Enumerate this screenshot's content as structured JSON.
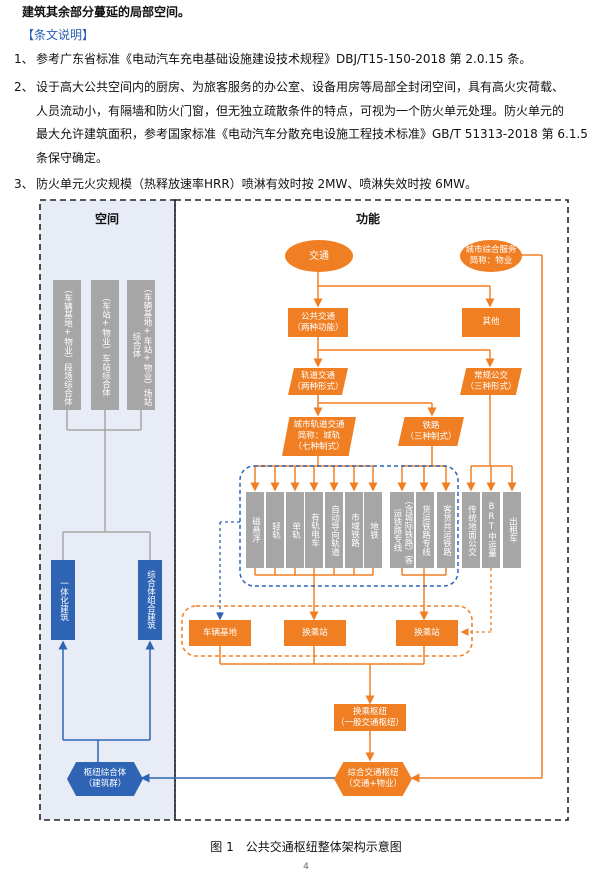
{
  "doc": {
    "first_line": "建筑其余部分蔓延的局部空间。",
    "explain_header": "【条文说明】",
    "items": [
      {
        "num": "1、",
        "lines": [
          "参考广东省标准《电动汽车充电基础设施建设技术规程》DBJ/T15-150-2018 第 2.0.15 条。"
        ]
      },
      {
        "num": "2、",
        "lines": [
          "设于高大公共空间内的厨房、为旅客服务的办公室、设备用房等局部全封闭空间，具有高火灾荷载、",
          "人员流动小，有隔墙和防火门窗，但无独立疏散条件的特点，可视为一个防火单元处理。防火单元的",
          "最大允许建筑面积，参考国家标准《电动汽车分散充电设施工程技术标准》GB/T 51313-2018 第 6.1.5",
          "条保守确定。"
        ]
      },
      {
        "num": "3、",
        "lines": [
          "防火单元火灾规模（热释放速率HRR）喷淋有效时按 2MW、喷淋失效时按 6MW。"
        ]
      }
    ],
    "figure_caption": "图 1　公共交通枢纽整体架构示意图",
    "page_number": "4"
  },
  "diagram": {
    "left_title": "空间",
    "right_title": "功能",
    "gray_left": [
      "（车辆基地+物业）段场综合体",
      "（车站+物业）车站综合体",
      "（车辆基地+车站+物业）场站综合体"
    ],
    "blue_left": [
      "一体化建筑",
      "综合体组合建筑"
    ],
    "hub_left": [
      "枢纽综合体",
      "（建筑群）"
    ],
    "traffic": "交通",
    "city_service": [
      "城市综合服务",
      "简称：物业"
    ],
    "public_traffic": [
      "公共交通",
      "（两种功能）"
    ],
    "other": "其他",
    "rail_traffic": [
      "轨道交通",
      "（两种形式）"
    ],
    "regular_bus": [
      "常规公交",
      "（三种形式）"
    ],
    "urban_rail": [
      "城市轨道交通",
      "简称：城轨",
      "（七种制式）"
    ],
    "railway": [
      "铁路",
      "（三种制式）"
    ],
    "rail_modes": [
      "磁悬浮",
      "轻轨",
      "单轨",
      "有轨电车",
      "自动导向轨道",
      "市域铁路",
      "地铁"
    ],
    "railway_modes": [
      "（含城际铁路）客运铁路专线",
      "货运铁路专线",
      "客货共运铁路"
    ],
    "bus_modes": [
      "传统地面公交",
      "BRT中运量",
      "出租车"
    ],
    "depot": "车辆基地",
    "transfer1": "换乘站",
    "transfer2": "换乘站",
    "transfer_hub": [
      "换乘枢纽",
      "（一般交通枢纽）"
    ],
    "comp_hub": [
      "综合交通枢纽",
      "（交通+物业）"
    ]
  },
  "colors": {
    "orange": "#f07f23",
    "blue": "#2f64b5",
    "gray": "#a6a6a6",
    "panel": "#e8ecf6"
  }
}
